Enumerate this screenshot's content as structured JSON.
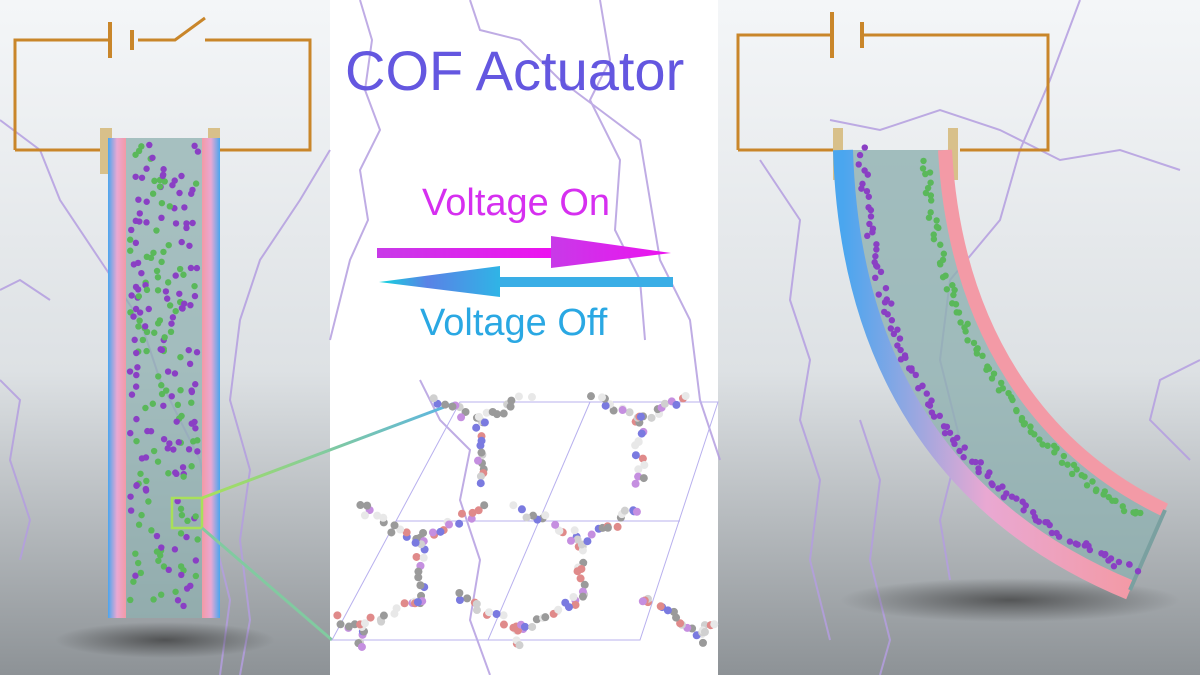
{
  "title": "COF Actuator",
  "labels": {
    "voltage_on": "Voltage On",
    "voltage_off": "Voltage Off"
  },
  "colors": {
    "title": "#6457e0",
    "voltage_on": "#d62ff0",
    "voltage_off": "#2aa8e3",
    "wire": "#c9862a",
    "lightning": "#b49ee0",
    "anion": "#8a3fc4",
    "cation": "#5ab85a"
  },
  "icons": [
    "battery-switch-circuit",
    "battery-circuit",
    "straight-actuator-film",
    "bent-actuator-film",
    "cof-lattice-structure"
  ]
}
